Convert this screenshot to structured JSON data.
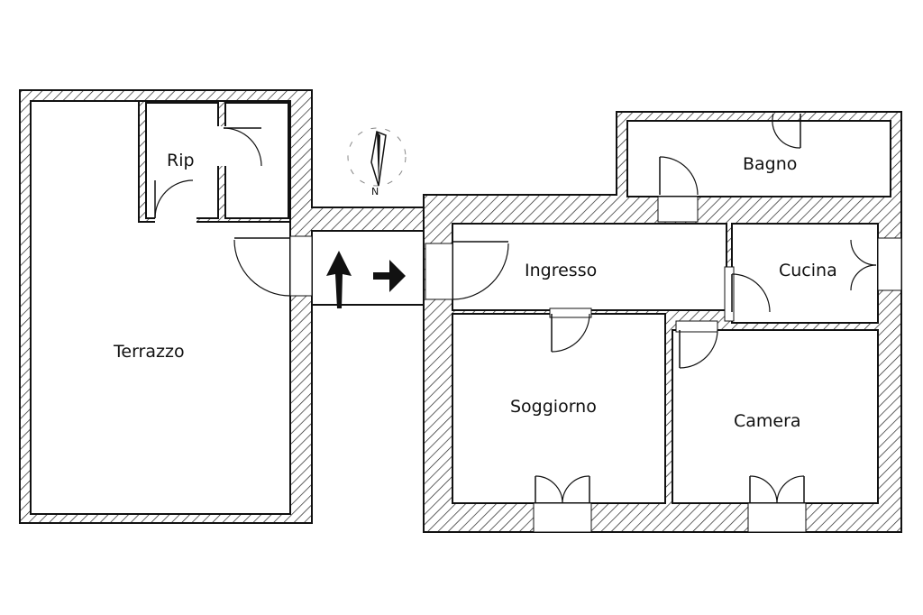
{
  "rooms": {
    "terrazzo": "Terrazzo",
    "rip": "Rip",
    "bagno": "Bagno",
    "ingresso": "Ingresso",
    "cucina": "Cucina",
    "soggiorno": "Soggiorno",
    "camera": "Camera"
  },
  "compass": {
    "north": "N"
  },
  "colors": {
    "line": "#111111",
    "background": "#ffffff"
  },
  "icons": {
    "entry_arrows": "left-right-arrows-icon",
    "compass": "compass-icon"
  }
}
